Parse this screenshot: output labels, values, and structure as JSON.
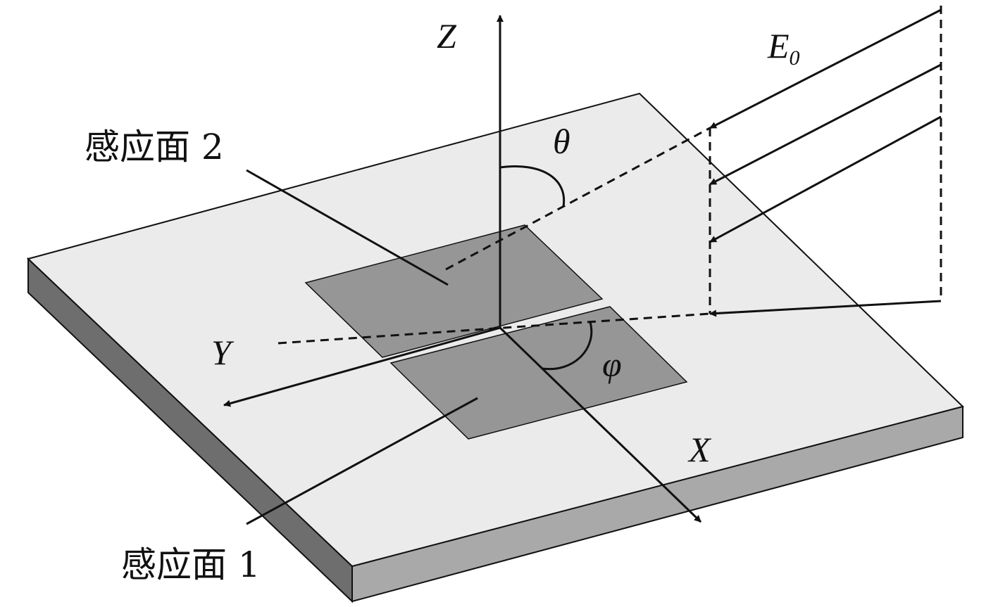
{
  "labels": {
    "surface2": "感应面 2",
    "surface1": "感应面 1",
    "axis_z": "Z",
    "axis_y": "Y",
    "axis_x": "X",
    "theta": "θ",
    "phi": "φ",
    "field": "E",
    "field_sub": "0"
  },
  "colors": {
    "board_top": "#ebebeb",
    "board_front": "#a9a9a9",
    "board_side": "#6e6e6e",
    "plate": "#969696",
    "stroke": "#111111"
  }
}
